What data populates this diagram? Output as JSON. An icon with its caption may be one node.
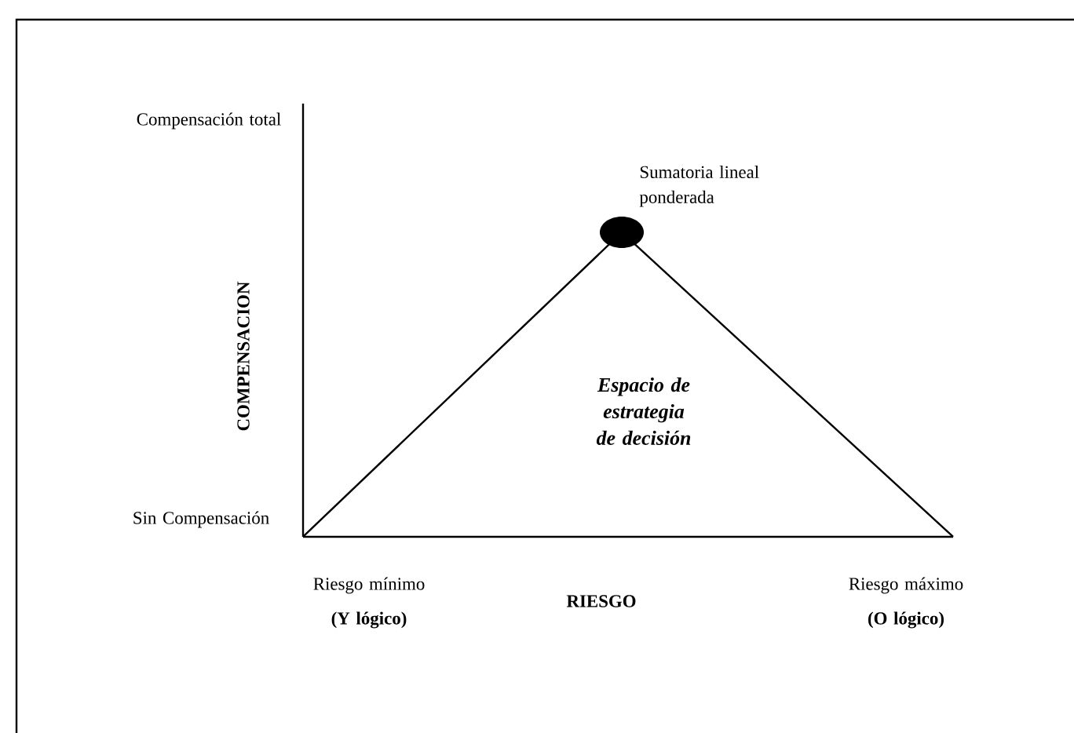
{
  "diagram": {
    "nodes": [
      {
        "text": [
          "Espacio de estrategia de decisión"
        ]
      },
      {
        "text": [],
        "shape": "circle",
        "beside": [
          "Sumatoria lineal ponderada"
        ]
      }
    ],
    "edges": [],
    "labels": [
      "Compensación total",
      "COMPENSACION",
      "Sin Compensación",
      "Riesgo mínimo",
      "(Y lógico)",
      "RIESGO",
      "Riesgo máximo",
      "(O lógico)"
    ]
  }
}
